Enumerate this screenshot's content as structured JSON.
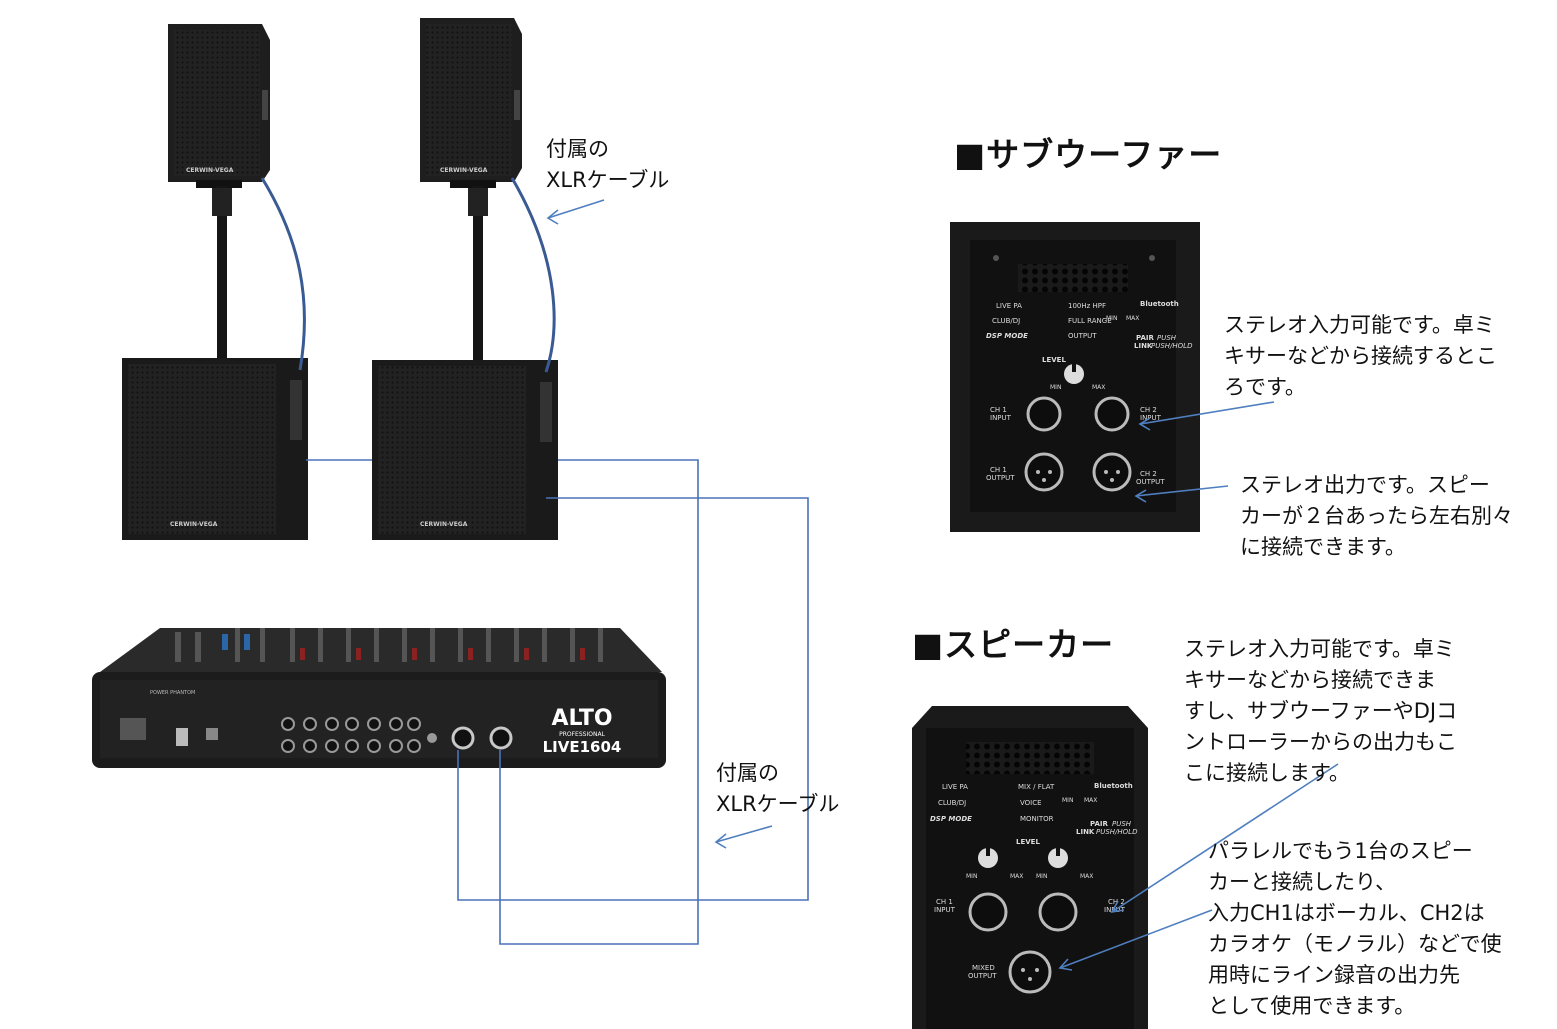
{
  "labels": {
    "xlr_top": [
      "付属の",
      "XLRケーブル"
    ],
    "xlr_bottom": [
      "付属の",
      "XLRケーブル"
    ]
  },
  "subwoofer": {
    "heading": "■サブウーファー",
    "note_input": [
      "ステレオ入力可能です。卓ミ",
      "キサーなどから接続するとこ",
      "ろです。"
    ],
    "note_output": [
      "ステレオ出力です。スピー",
      "カーが２台あったら左右別々",
      "に接続できます。"
    ],
    "panel": {
      "modes": [
        "LIVE PA",
        "CLUB/DJ",
        "DSP MODE"
      ],
      "filters": [
        "100Hz HPF",
        "FULL RANGE",
        "OUTPUT"
      ],
      "level": "LEVEL",
      "min": "MIN",
      "max": "MAX",
      "bluetooth": "Bluetooth",
      "pair": "PAIR",
      "push": "PUSH",
      "link": "LINK",
      "push_hold": "PUSH/HOLD",
      "ch1_input": [
        "CH 1",
        "INPUT"
      ],
      "ch2_input": [
        "CH 2",
        "INPUT"
      ],
      "ch1_output": [
        "CH 1",
        "OUTPUT"
      ],
      "ch2_output": [
        "CH 2",
        "OUTPUT"
      ]
    }
  },
  "speaker": {
    "heading": "■スピーカー",
    "note_input": [
      "ステレオ入力可能です。卓ミ",
      "キサーなどから接続できま",
      "すし、サブウーファーやDJコ",
      "ントローラーからの出力もこ",
      "こに接続します。"
    ],
    "note_output": [
      "パラレルでもう1台のスピー",
      "カーと接続したり、",
      "入力CH1はボーカル、CH2は",
      "カラオケ（モノラル）などで使",
      "用時にライン録音の出力先",
      "として使用できます。"
    ],
    "panel": {
      "modes": [
        "LIVE PA",
        "CLUB/DJ",
        "DSP MODE"
      ],
      "eq": [
        "MIX / FLAT",
        "VOICE",
        "MONITOR"
      ],
      "level": "LEVEL",
      "min": "MIN",
      "max": "MAX",
      "bluetooth": "Bluetooth",
      "pair": "PAIR",
      "push": "PUSH",
      "link": "LINK",
      "push_hold": "PUSH/HOLD",
      "ch1_input": [
        "CH 1",
        "INPUT"
      ],
      "ch2_input": [
        "CH 2",
        "INPUT"
      ],
      "mixed_output": [
        "MIXED",
        "OUTPUT"
      ]
    }
  },
  "mixer": {
    "brand": "ALTO",
    "brand_sub": "PROFESSIONAL",
    "model": "LIVE1604",
    "power_label": "POWER  PHANTOM"
  },
  "speaker_brand": "CERWIN-VEGA",
  "colors": {
    "cable": "#3a5a94",
    "wire": "#4a72b8",
    "arrow": "#4f7fbf",
    "device": "#1c1c1c"
  }
}
